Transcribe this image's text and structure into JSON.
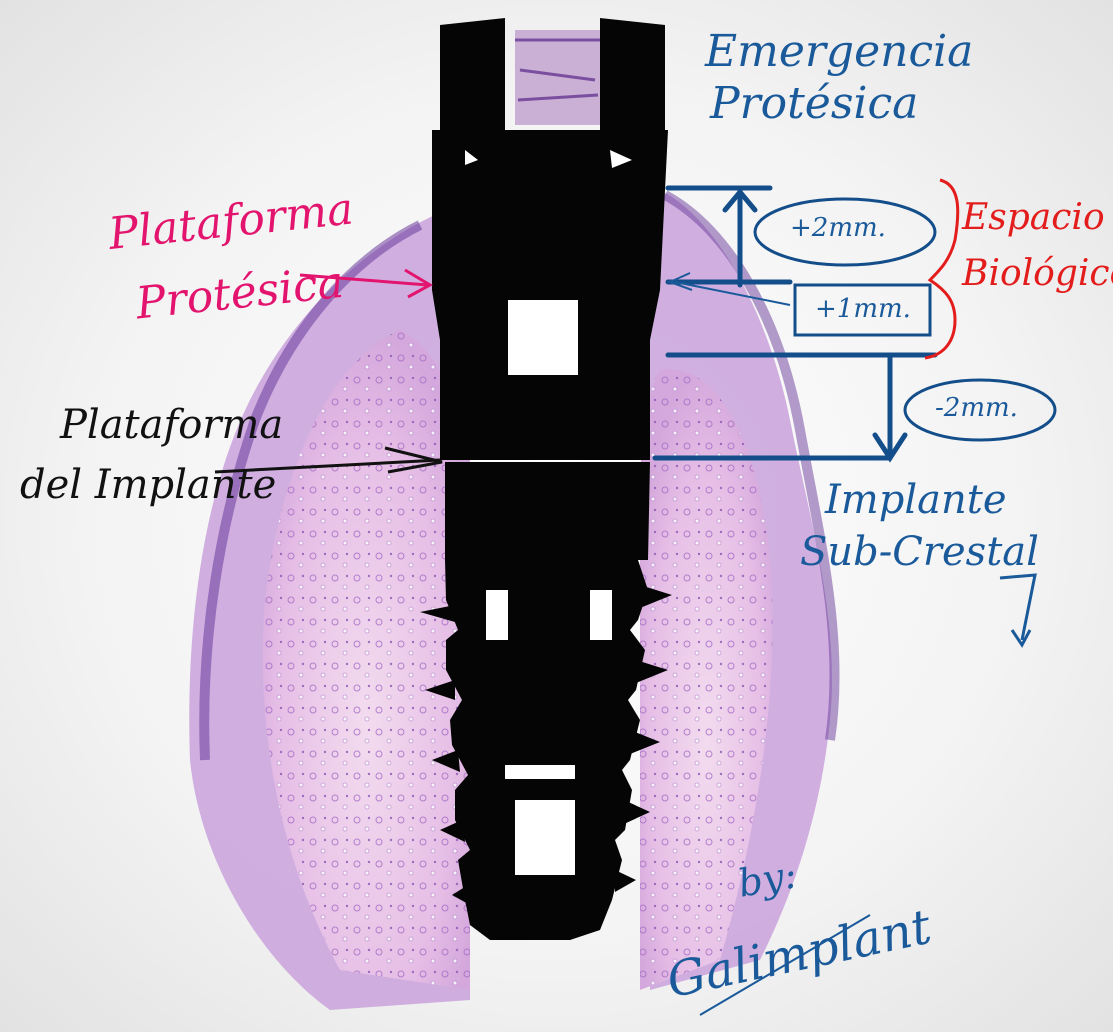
{
  "labels": {
    "emergencia_line1": "Emergencia",
    "emergencia_line2": "Protésica",
    "plataforma_protesica_line1": "Plataforma",
    "plataforma_protesica_line2": "Protésica",
    "plataforma_implante_line1": "Plataforma",
    "plataforma_implante_line2": "del Implante",
    "espacio_line1": "Espacio",
    "espacio_line2": "Biológico",
    "implante_sub_line1": "Implante",
    "implante_sub_line2": "Sub-Crestal",
    "plus2": "+2mm.",
    "plus1": "+1mm.",
    "minus2": "-2mm.",
    "by": "by:",
    "signature": "Galimplant"
  },
  "colors": {
    "pink": "#e3146e",
    "blue": "#1a5a9a",
    "red": "#e31c1c",
    "black": "#111111",
    "tissue": "#b07ad0",
    "bone": "#e3bde6"
  }
}
